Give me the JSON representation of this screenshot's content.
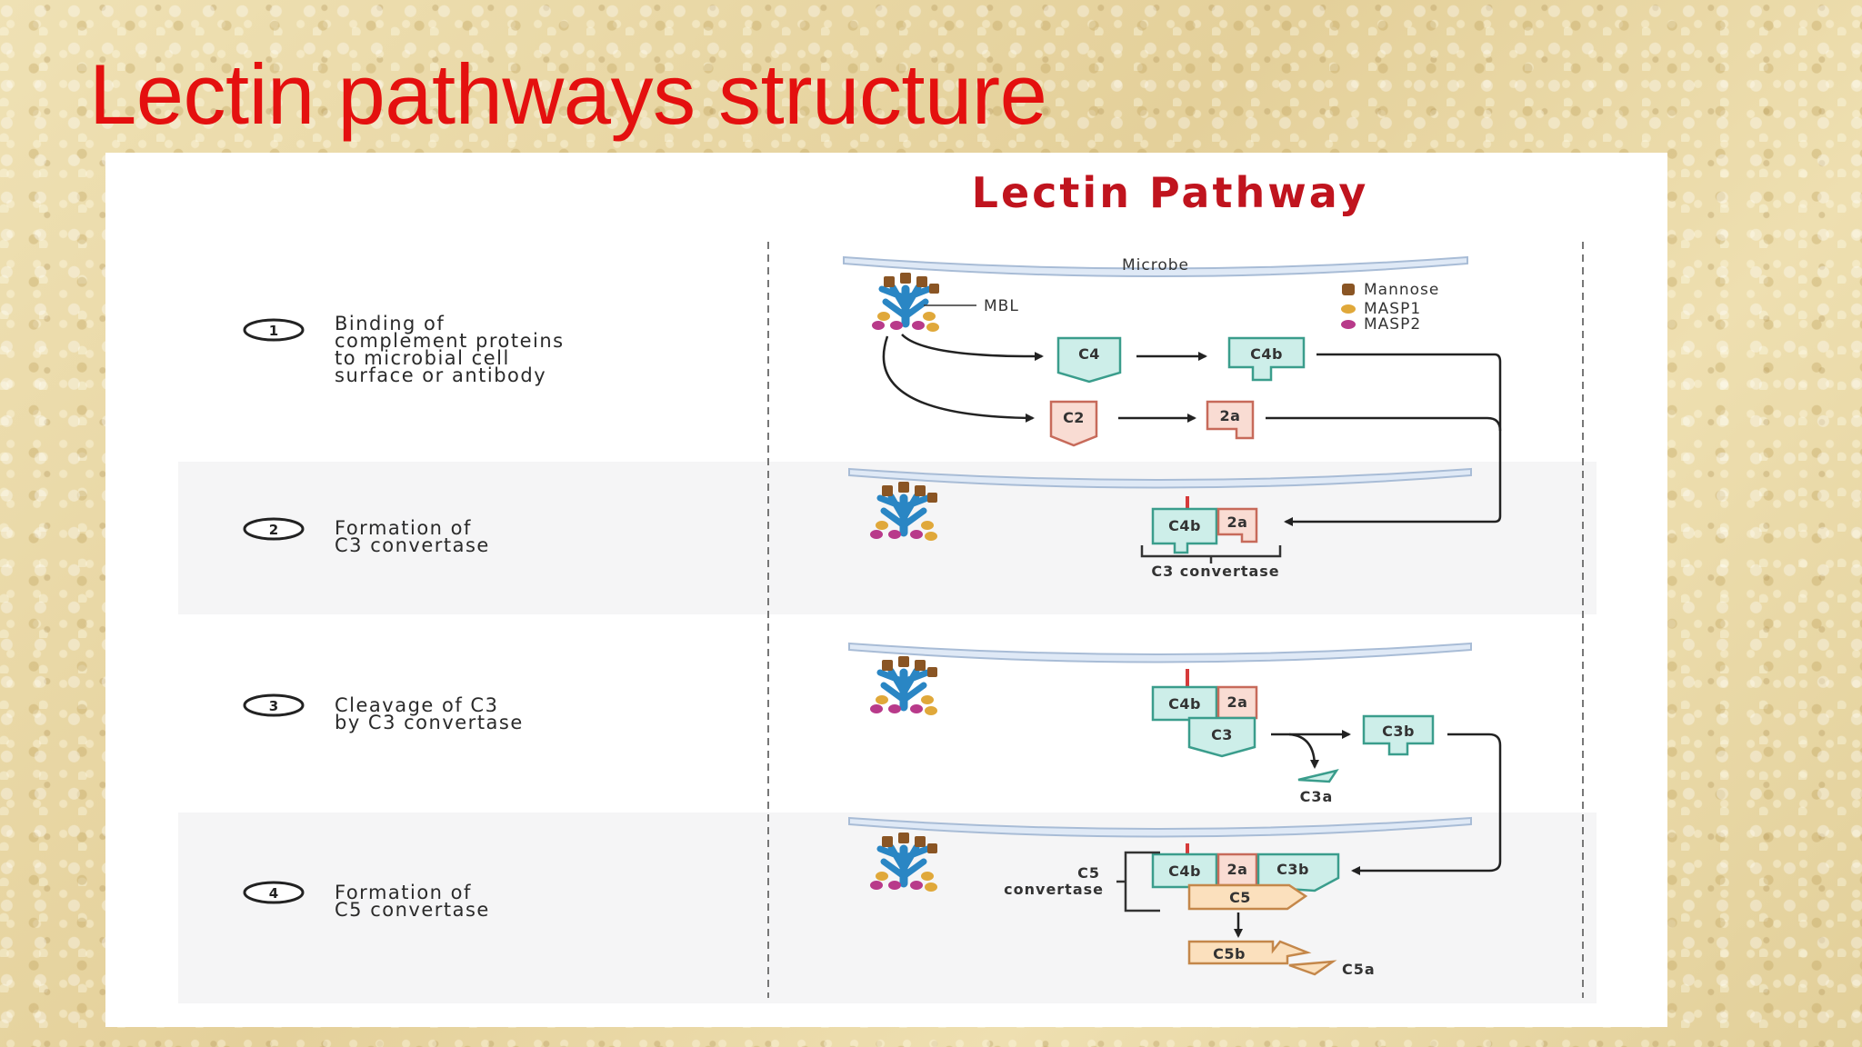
{
  "slide": {
    "title": "Lectin pathways structure"
  },
  "diagram": {
    "title": "Lectin Pathway",
    "microbe_label": "Microbe",
    "mbl_label": "MBL",
    "legend": [
      {
        "label": "Mannose",
        "color": "#8a5524"
      },
      {
        "label": "MASP1",
        "color": "#e0a83a"
      },
      {
        "label": "MASP2",
        "color": "#b83a8a"
      }
    ],
    "steps": [
      {
        "number": "1",
        "lines": [
          "Binding of",
          "complement proteins",
          "to microbial cell",
          "surface or antibody"
        ]
      },
      {
        "number": "2",
        "lines": [
          "Formation of",
          "C3 convertase"
        ]
      },
      {
        "number": "3",
        "lines": [
          "Cleavage of C3",
          "by C3 convertase"
        ]
      },
      {
        "number": "4",
        "lines": [
          "Formation of",
          "C5 convertase"
        ]
      }
    ],
    "proteins": {
      "c4": "C4",
      "c4b": "C4b",
      "c2": "C2",
      "c2a": "2a",
      "c3": "C3",
      "c3b": "C3b",
      "c3a": "C3a",
      "c5": "C5",
      "c5b": "C5b",
      "c5a": "C5a"
    },
    "c3_convertase_label": "C3 convertase",
    "c5_convertase_label": [
      "C5",
      "convertase"
    ]
  }
}
